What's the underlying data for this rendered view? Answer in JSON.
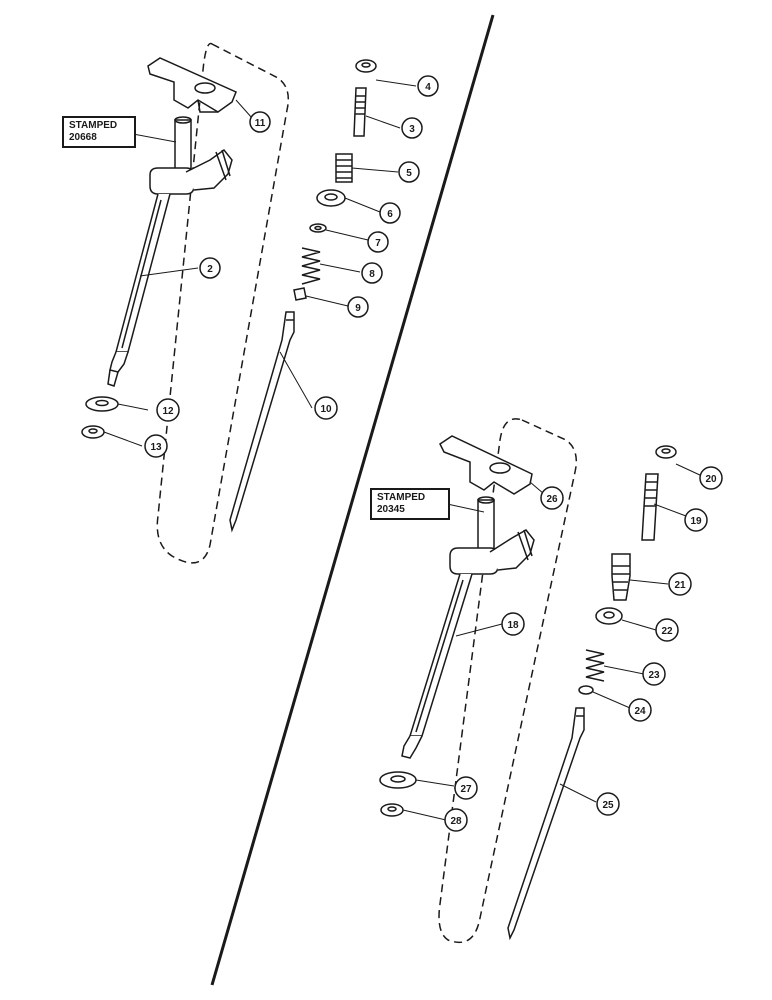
{
  "colors": {
    "ink": "#1a1a1a",
    "paper": "#ffffff"
  },
  "stamps": [
    {
      "line1": "STAMPED",
      "line2": "20668"
    },
    {
      "line1": "STAMPED",
      "line2": "20345"
    }
  ],
  "callouts": {
    "c2": "2",
    "c3": "3",
    "c4": "4",
    "c5": "5",
    "c6": "6",
    "c7": "7",
    "c8": "8",
    "c9": "9",
    "c10": "10",
    "c11": "11",
    "c12": "12",
    "c13": "13",
    "c18": "18",
    "c19": "19",
    "c20": "20",
    "c21": "21",
    "c22": "22",
    "c23": "23",
    "c24": "24",
    "c25": "25",
    "c26": "26",
    "c27": "27",
    "c28": "28"
  }
}
